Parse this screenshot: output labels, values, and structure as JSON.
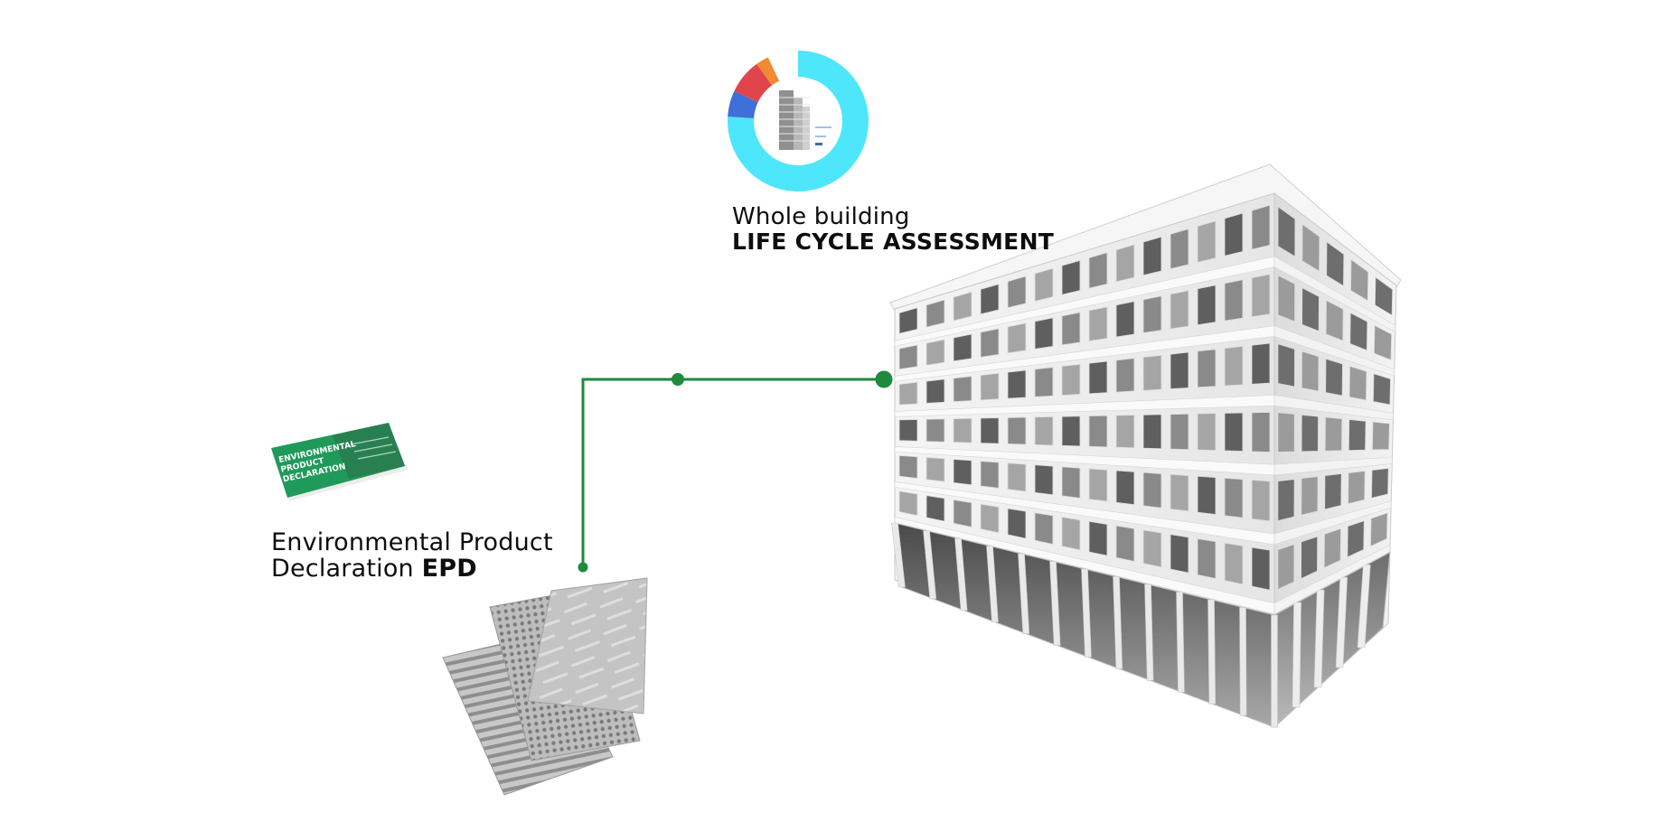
{
  "lca": {
    "line1": "Whole building",
    "line2": "LIFE CYCLE ASSESSMENT"
  },
  "epd": {
    "line1": "Environmental Product",
    "line2_prefix": "Declaration ",
    "line2_bold": "EPD"
  },
  "epd_booklet": {
    "title_line1": "ENVIRONMENTAL",
    "title_line2": "PRODUCT",
    "title_line3": "DECLARATION"
  },
  "donut": {
    "segments": [
      {
        "value": 76,
        "color": "#4ee6fb"
      },
      {
        "value": 6,
        "color": "#3f6fd8"
      },
      {
        "value": 8,
        "color": "#e0454c"
      },
      {
        "value": 3,
        "color": "#f08a34"
      },
      {
        "value": 7,
        "color": "#ffffff"
      }
    ]
  },
  "colors": {
    "connector": "#1e8a3c",
    "epd_cover": "#1f9a5a"
  }
}
